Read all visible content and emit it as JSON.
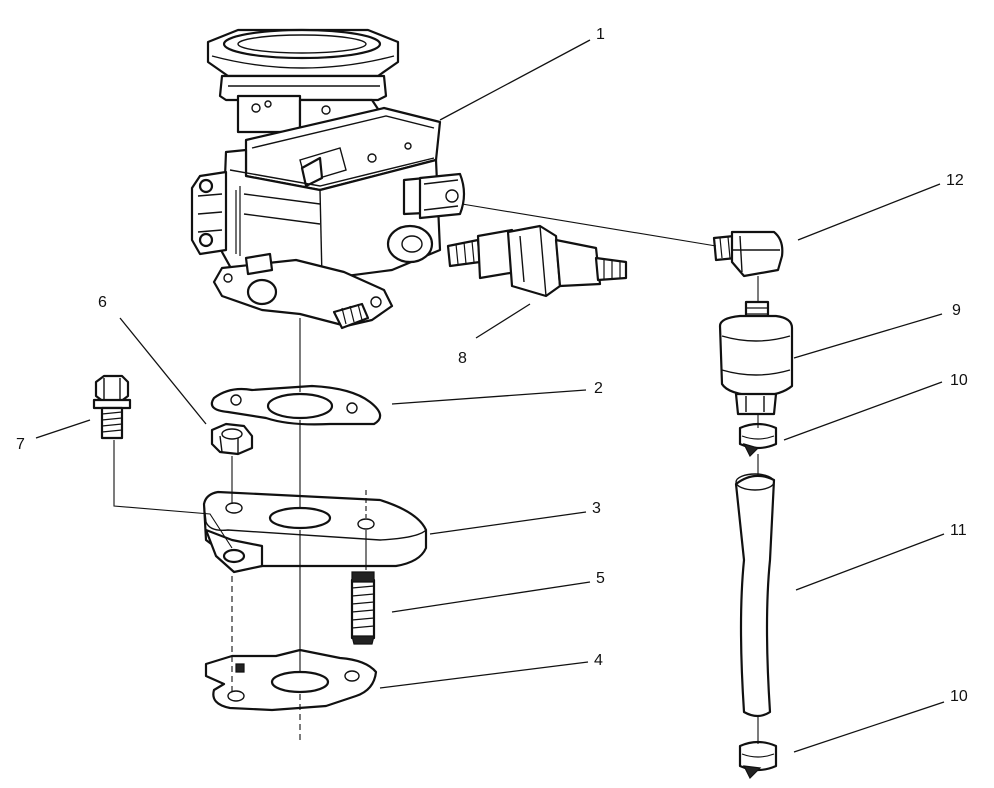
{
  "callouts": [
    "1",
    "2",
    "3",
    "4",
    "5",
    "6",
    "7",
    "8",
    "9",
    "10",
    "11",
    "12",
    "10"
  ]
}
